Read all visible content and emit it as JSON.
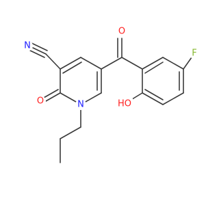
{
  "molecule": {
    "atom_labels": {
      "N_nitrile": "N",
      "O_ring_carbonyl": "O",
      "N_ring": "N",
      "O_ketone": "O",
      "F": "F",
      "OH": "HO"
    }
  },
  "colors": {
    "bond": "#3a3a3a",
    "N": "#2020ff",
    "O": "#ff1f1f",
    "F": "#86b82f",
    "background": "#ffffff"
  }
}
